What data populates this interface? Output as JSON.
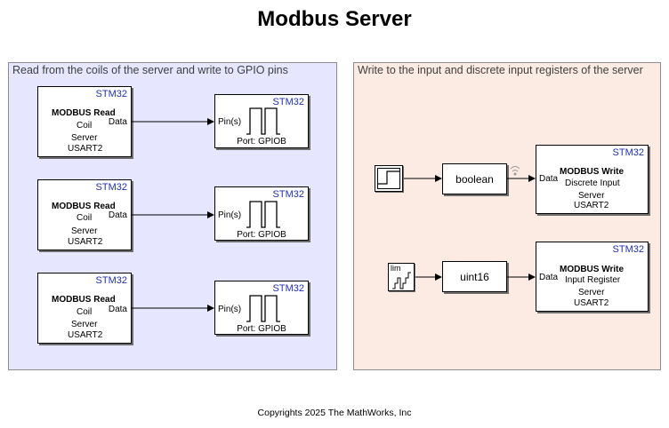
{
  "title": "Modbus Server",
  "footer": "Copyrights 2025 The MathWorks, Inc",
  "colors": {
    "left_area_bg": "#e6e6ff",
    "right_area_bg": "#fcebe3",
    "target_tag": "#1f2fb4"
  },
  "left_area": {
    "label": "Read from the coils of the server and write to GPIO pins",
    "read_blocks": [
      {
        "tag": "STM32",
        "name": "MODBUS Read",
        "type": "Coil",
        "mode": "Server",
        "port": "USART2",
        "out_port": "Data"
      },
      {
        "tag": "STM32",
        "name": "MODBUS Read",
        "type": "Coil",
        "mode": "Server",
        "port": "USART2",
        "out_port": "Data"
      },
      {
        "tag": "STM32",
        "name": "MODBUS Read",
        "type": "Coil",
        "mode": "Server",
        "port": "USART2",
        "out_port": "Data"
      }
    ],
    "gpio_blocks": [
      {
        "tag": "STM32",
        "in_port": "Pin(s)",
        "port_label": "Port: GPIOB"
      },
      {
        "tag": "STM32",
        "in_port": "Pin(s)",
        "port_label": "Port: GPIOB"
      },
      {
        "tag": "STM32",
        "in_port": "Pin(s)",
        "port_label": "Port: GPIOB"
      }
    ]
  },
  "right_area": {
    "label": "Write to the input and discrete input registers of the server",
    "rows": [
      {
        "source_icon": "step-source-icon",
        "convert_label": "boolean",
        "write": {
          "tag": "STM32",
          "name": "MODBUS Write",
          "type": "Discrete Input",
          "mode": "Server",
          "port": "USART2",
          "in_port": "Data"
        }
      },
      {
        "source_icon": "limited-counter-icon",
        "source_text": "lim",
        "convert_label": "uint16",
        "write": {
          "tag": "STM32",
          "name": "MODBUS Write",
          "type": "Input Register",
          "mode": "Server",
          "port": "USART2",
          "in_port": "Data"
        }
      }
    ]
  }
}
